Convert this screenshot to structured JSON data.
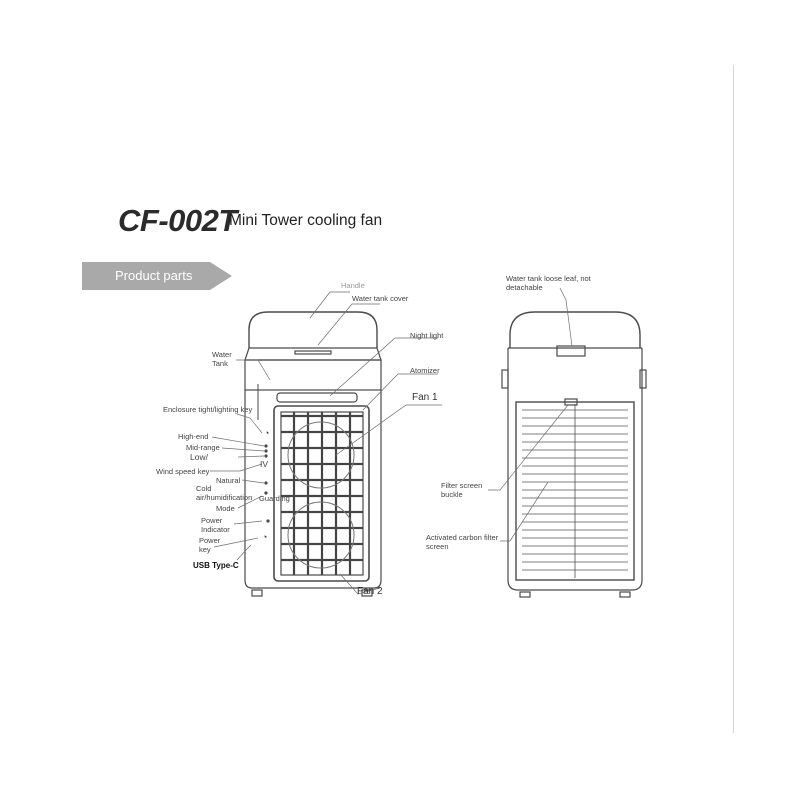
{
  "header": {
    "model": "CF-002T",
    "subtitle": "Mini Tower cooling fan",
    "section_tab": "Product parts"
  },
  "front_labels": {
    "handle": "Handle",
    "water_tank_cover": "Water tank cover",
    "water_tank": "Water Tank",
    "night_light": "Night light",
    "atomizer": "Atomizer",
    "fan_1": "Fan 1",
    "enclosure_key": "Enclosure tight/lighting key",
    "high_end": "High-end",
    "mid_range": "Mid-range",
    "low": "Low/",
    "iv": "IV",
    "wind_speed_key": "Wind speed key",
    "natural": "Natural",
    "cold_air": "Cold air/humidification",
    "guarding": "Guarding",
    "mode": "Mode",
    "power_indicator": "Power Indicator",
    "power_key": "Power key",
    "usb": "USB Type-C",
    "fan_2": "Fan 2"
  },
  "back_labels": {
    "tank_leaf": "Water tank loose leaf, not detachable",
    "filter_buckle": "Filter screen buckle",
    "carbon_filter": "Activated carbon filter screen"
  },
  "colors": {
    "outline": "#4a4a4a",
    "tab": "#a9a9a9",
    "label_line": "#6e6e6e"
  }
}
